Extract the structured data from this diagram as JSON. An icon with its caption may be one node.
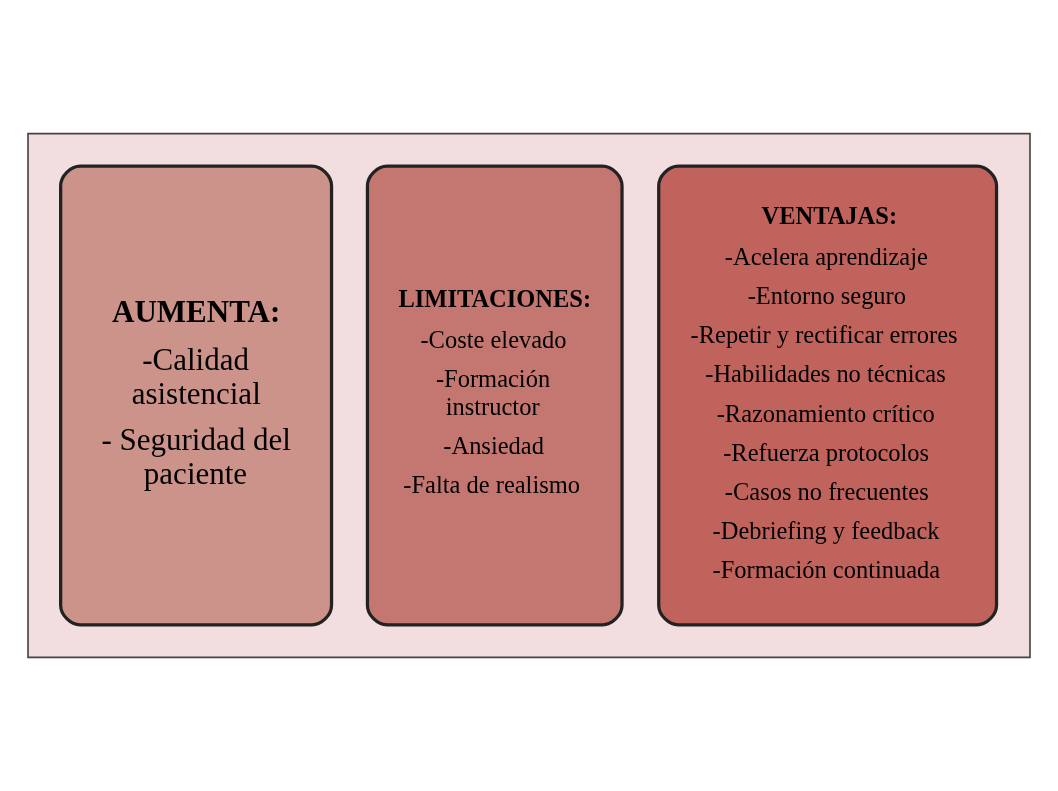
{
  "diagram": {
    "nodes": [
      {
        "text": [],
        "shape": "arrow"
      },
      {
        "text": [
          "VENTAJAS:",
          "-Acelera aprendizaje",
          "-Entorno seguro",
          "-Repetir y rectificar errores",
          "-Habilidades no técnicas",
          "-Razonamiento crítico",
          "-Refuerza protocolos",
          "-Casos no frecuentes",
          "-Debriefing y feedback",
          "-Formación continuada"
        ],
        "in": 0
      },
      {
        "text": [
          "LIMITACIONES:",
          "-Coste elevado",
          "-Formación instructor",
          "-Ansiedad",
          "-Falta de realismo"
        ],
        "in": 0
      },
      {
        "text": [
          "AUMENTA:",
          "-Calidad asistencial",
          "- Seguridad del paciente"
        ],
        "in": 0
      }
    ],
    "edges": []
  }
}
